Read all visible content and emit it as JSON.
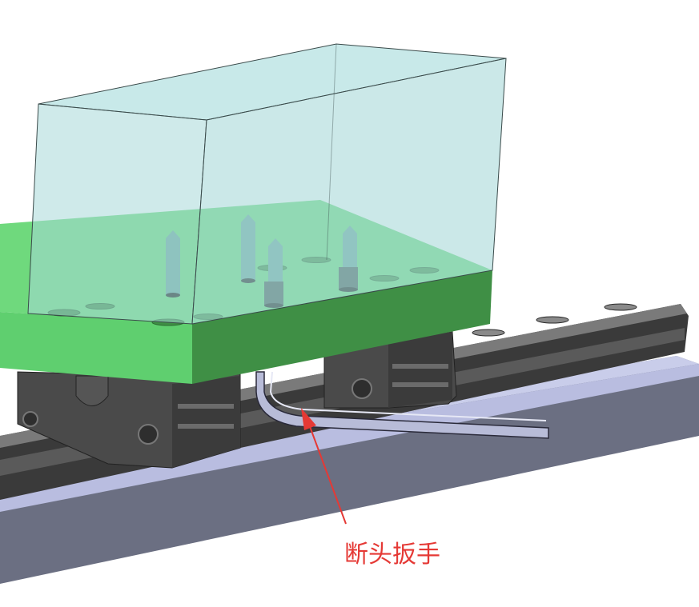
{
  "annotation": {
    "label": "断头扳手",
    "color": "#e53935"
  },
  "colors": {
    "transparent_block": "#a8d8d8",
    "green_plate": "#5fcf6f",
    "green_plate_side": "#3f8f45",
    "rail": "#3a3a3a",
    "carriage": "#4a4a4a",
    "base": "#6b6f82",
    "base_top": "#c9cdea",
    "wrench": "#b8bcd8"
  },
  "parts": [
    "transparent-block",
    "green-plate",
    "bolts",
    "carriages",
    "linear-rail",
    "base-plate",
    "hex-wrench"
  ]
}
